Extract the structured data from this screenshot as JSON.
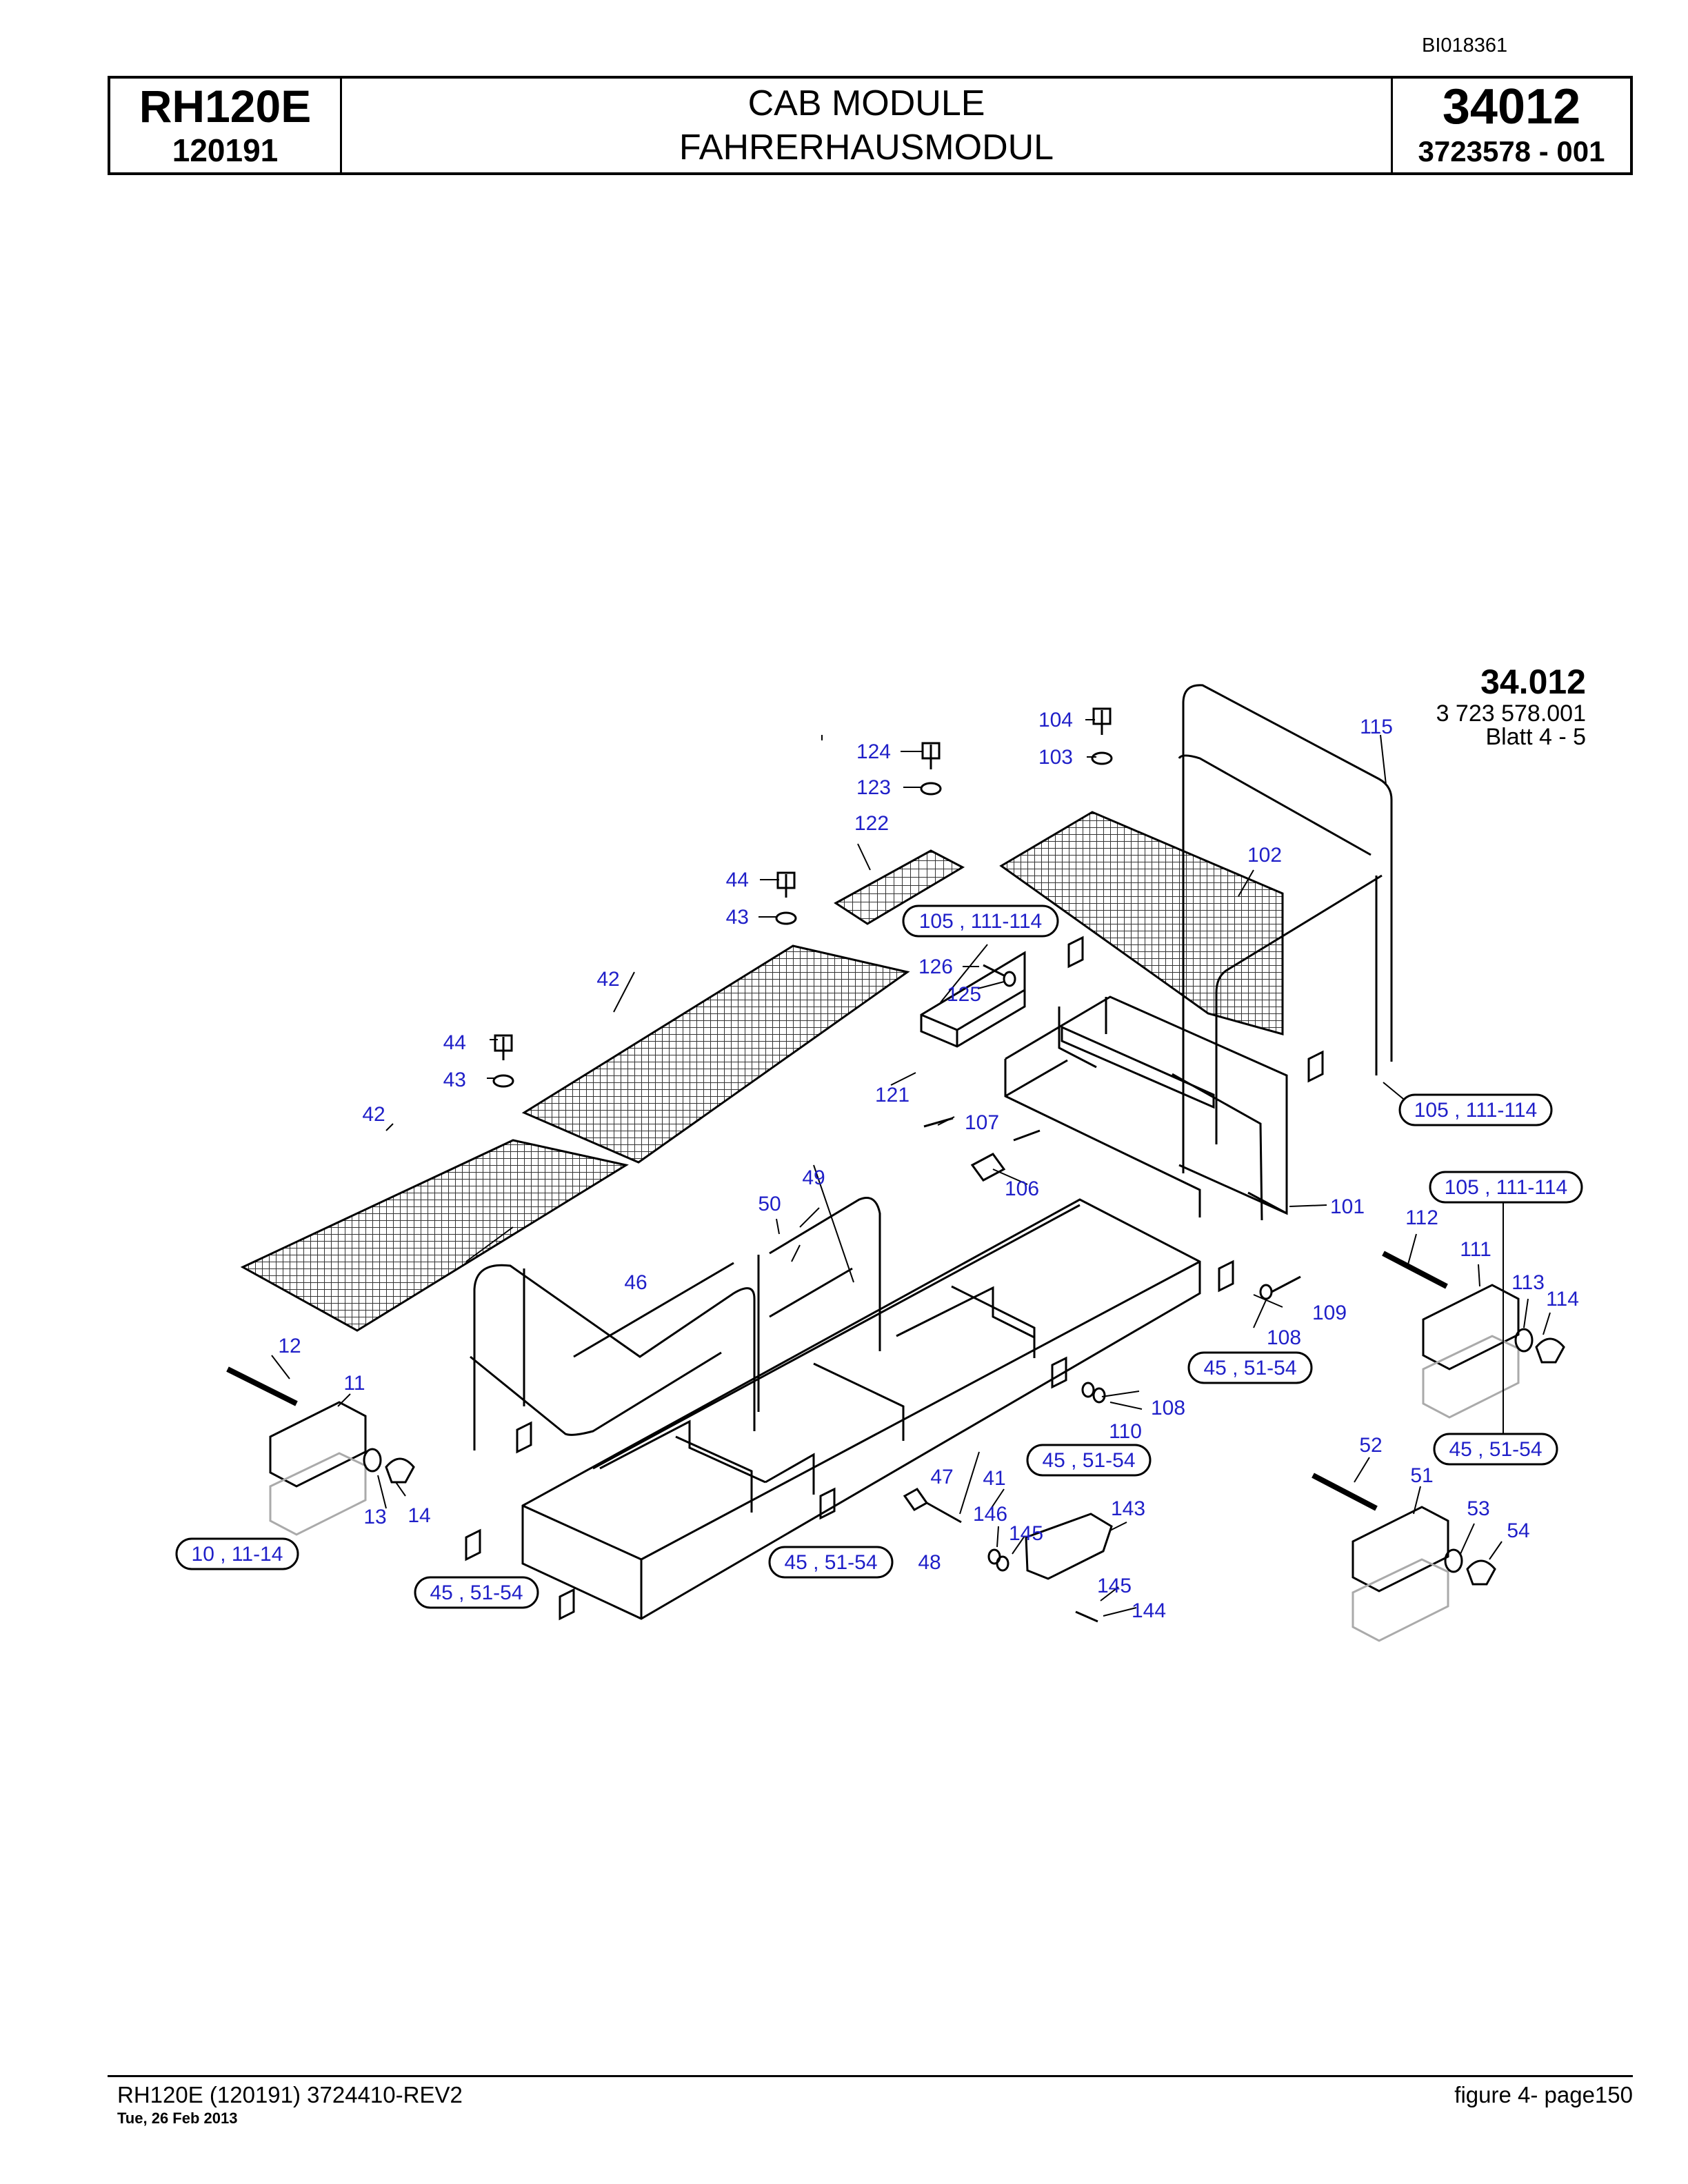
{
  "doc_id": "BI018361",
  "header": {
    "model": "RH120E",
    "serial": "120191",
    "title_en": "CAB MODULE",
    "title_de": "FAHRERHAUSMODUL",
    "figure_number": "34012",
    "part_number": "3723578  - 001"
  },
  "drawing_ref": {
    "number": "34.012",
    "part": "3 723 578.001",
    "sheet": "Blatt 4 - 5"
  },
  "callouts": {
    "c104": "104",
    "c103": "103",
    "c115": "115",
    "c124": "124",
    "c123": "123",
    "c122": "122",
    "c102": "102",
    "c44a": "44",
    "c43a": "43",
    "c42a": "42",
    "c126": "126",
    "c125": "125",
    "c44b": "44",
    "c43b": "43",
    "c121": "121",
    "c107": "107",
    "c42b": "42",
    "c106": "106",
    "c49": "49",
    "c50": "50",
    "c101": "101",
    "c112": "112",
    "c111": "111",
    "c113": "113",
    "c114": "114",
    "c46": "46",
    "c109": "109",
    "c108a": "108",
    "c12": "12",
    "c11": "11",
    "c108b": "108",
    "c110": "110",
    "c52": "52",
    "c51": "51",
    "c47": "47",
    "c41": "41",
    "c13": "13",
    "c14": "14",
    "c146": "146",
    "c143": "143",
    "c145a": "145",
    "c53": "53",
    "c54": "54",
    "c48": "48",
    "c145b": "145",
    "c144": "144"
  },
  "boxed_callouts": {
    "b1": "105 , 111-114",
    "b2": "105 , 111-114",
    "b3": "105 , 111-114",
    "b4": "45 , 51-54",
    "b5": "45 , 51-54",
    "b6": "45 , 51-54",
    "b7": "10 , 11-14",
    "b8": "45 , 51-54",
    "b9": "45 , 51-54"
  },
  "footer": {
    "left": "RH120E (120191) 3724410-REV2",
    "date": "Tue, 26 Feb 2013",
    "right": "figure  4- page150"
  }
}
